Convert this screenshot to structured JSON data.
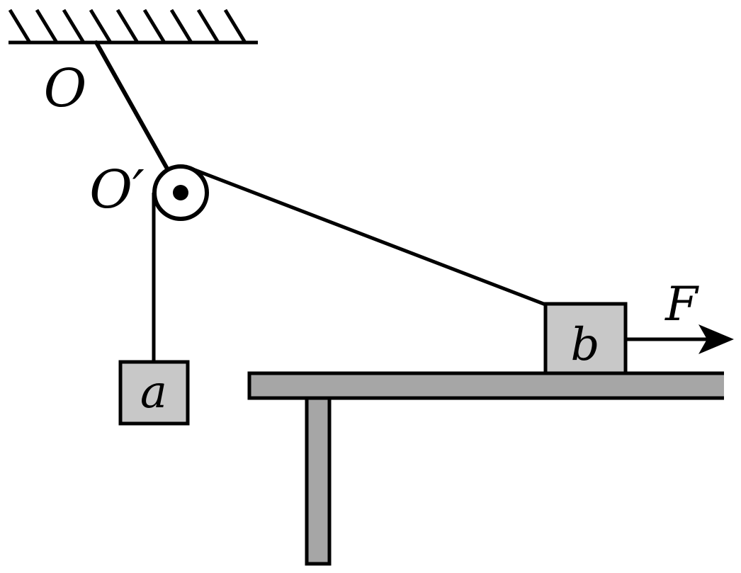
{
  "labels": {
    "fixed_point": "O",
    "pulley_point": "O′",
    "block_a": "a",
    "block_b": "b",
    "force": "F"
  },
  "colors": {
    "line": "#000000",
    "block_fill": "#c8c8c8",
    "table_fill": "#a6a6a6",
    "background": "#ffffff"
  }
}
